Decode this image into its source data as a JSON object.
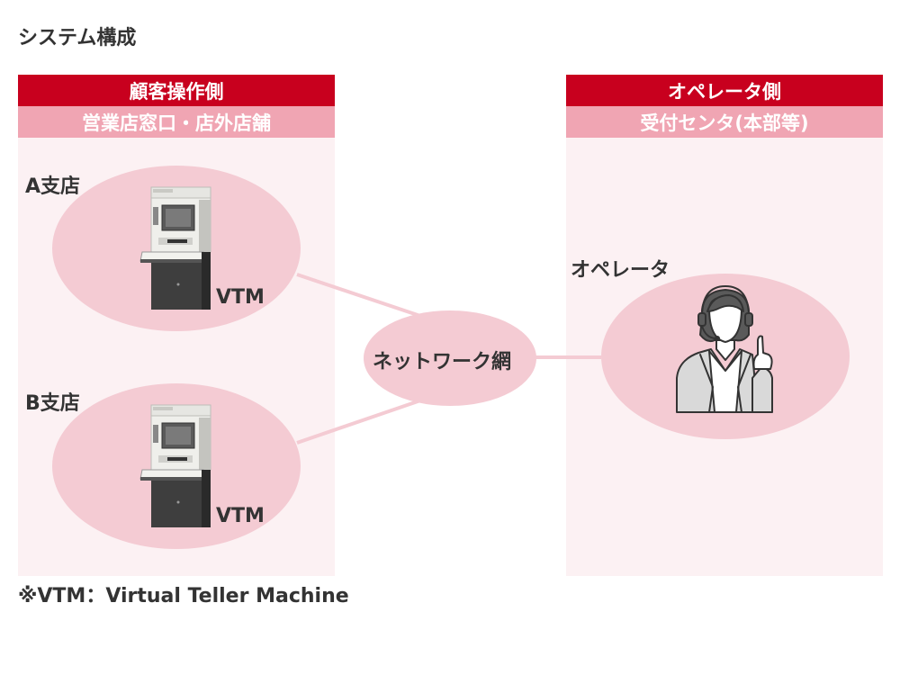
{
  "page_title": "システム構成",
  "customer_side": {
    "header": "顧客操作側",
    "subheader": "営業店窓口・店外店舗",
    "branches": [
      {
        "name": "A支店",
        "device_label": "VTM"
      },
      {
        "name": "B支店",
        "device_label": "VTM"
      }
    ]
  },
  "operator_side": {
    "header": "オペレータ側",
    "subheader": "受付センタ(本部等)",
    "operator_label": "オペレータ"
  },
  "network_label": "ネットワーク網",
  "footnote": "※VTM：Virtual Teller Machine",
  "colors": {
    "header_red": "#c8001e",
    "header_pink": "#f0a5b3",
    "panel_bg": "#fcf1f3",
    "ellipse": "#f4cbd3",
    "line": "#f4cbd3"
  }
}
